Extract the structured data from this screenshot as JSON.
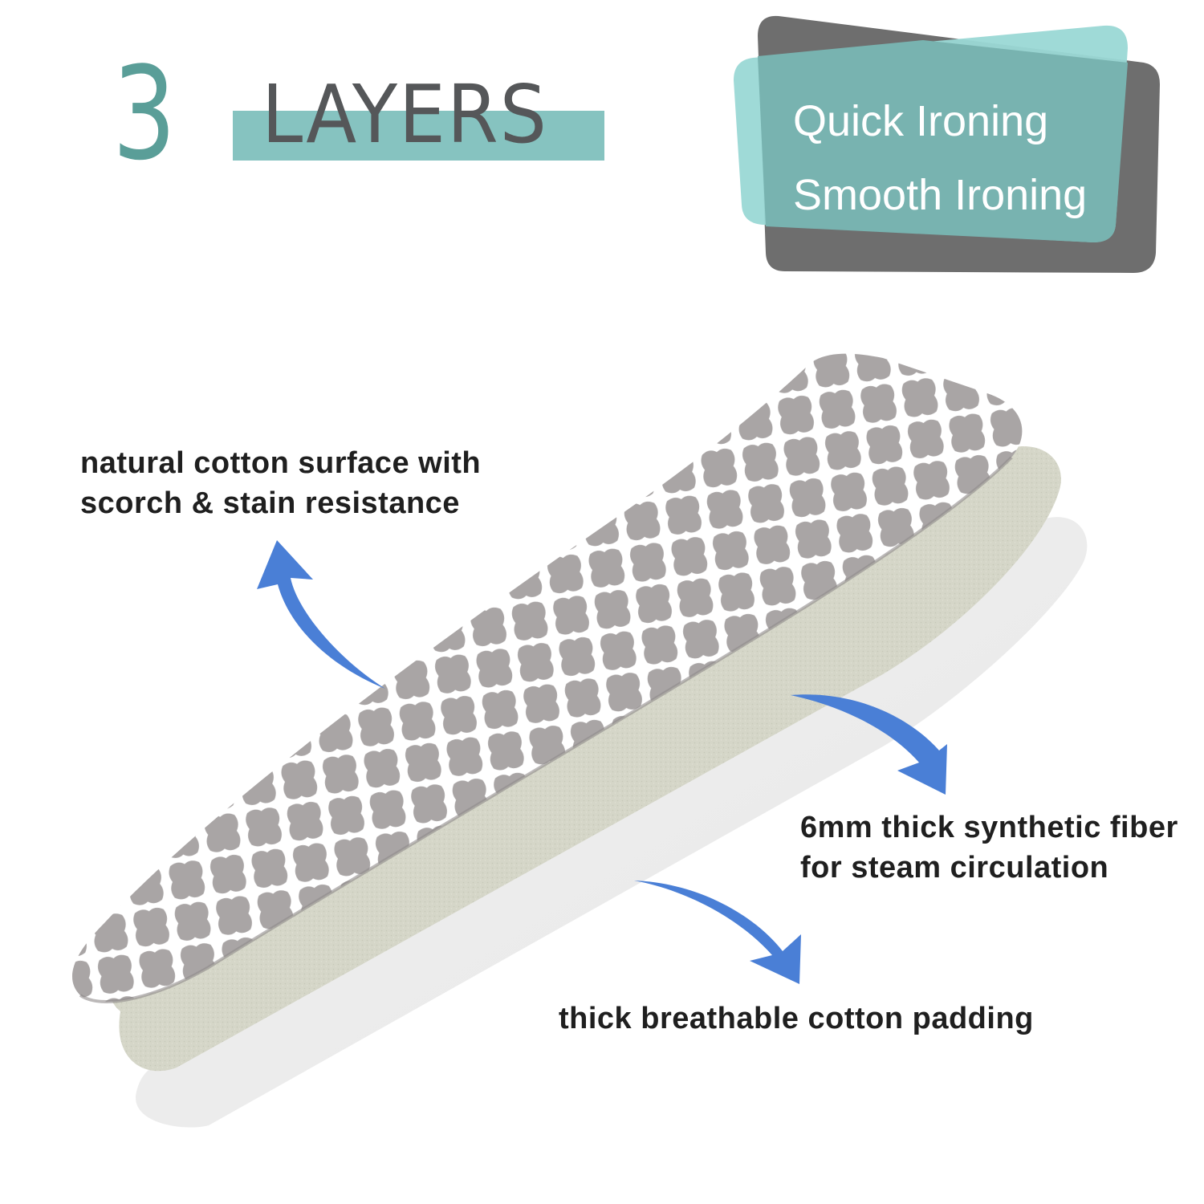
{
  "header": {
    "number": "3",
    "title": "LAYERS"
  },
  "badge": {
    "line1": "Quick Ironing",
    "line2": "Smooth Ironing"
  },
  "layers": [
    {
      "name": "surface",
      "label_line1": "natural cotton surface with",
      "label_line2": "scorch & stain resistance"
    },
    {
      "name": "fiber",
      "label_line1": "6mm thick synthetic fiber",
      "label_line2": "for steam circulation"
    },
    {
      "name": "padding",
      "label_line1": "thick breathable cotton padding"
    }
  ],
  "colors": {
    "teal_number": "#5a9e98",
    "teal_bar": "#86c3c0",
    "badge_gray": "#6e6e6e",
    "badge_teal_light": "#9ad8d5",
    "badge_teal_overlap": "#78b3b0",
    "title_gray": "#555759",
    "arrow_blue": "#4a7fd6",
    "pattern_gray": "#a9a5a5",
    "fiber_green": "#d5d6c8",
    "padding_white": "#ececec"
  }
}
